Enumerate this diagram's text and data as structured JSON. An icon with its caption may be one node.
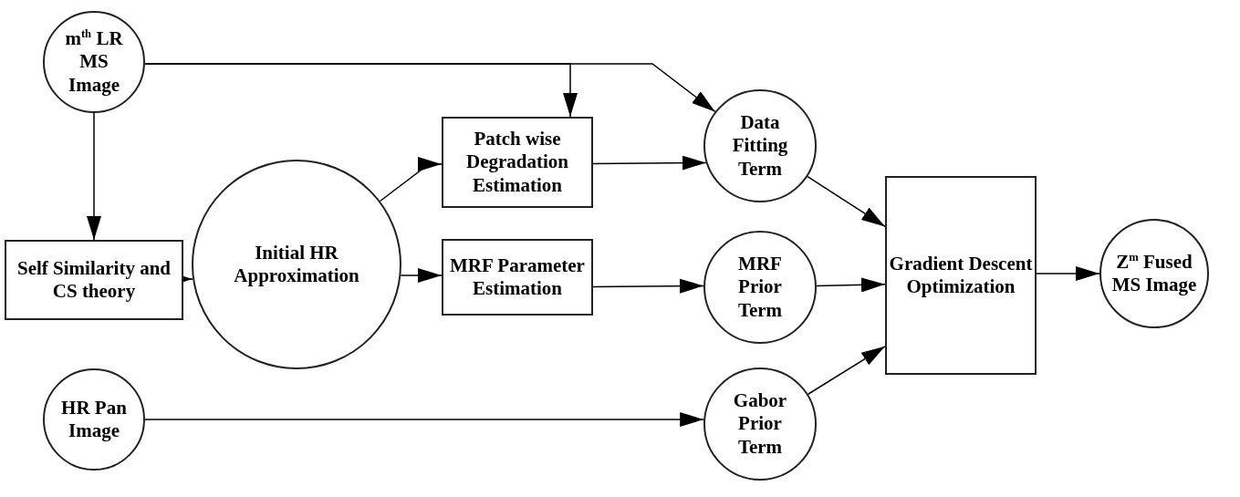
{
  "diagram": {
    "nodes": [
      {
        "text": [
          "m$^{th}$ LR MS Image"
        ]
      },
      {
        "text": [
          "Self Similarity and CS theory"
        ]
      },
      {
        "text": [
          "Initial HR Approximation"
        ]
      },
      {
        "text": [
          "Patch wise Degradation Estimation"
        ]
      },
      {
        "text": [
          "MRF Parameter Estimation"
        ]
      },
      {
        "text": [
          "Data Fitting Term"
        ]
      },
      {
        "text": [
          "MRF Prior Term"
        ]
      },
      {
        "text": [
          "HR Pan Image"
        ]
      },
      {
        "text": [
          "Gabor Prior Term"
        ]
      },
      {
        "text": [
          "Gradient Descent Optimization"
        ]
      },
      {
        "text": [
          "Z$^{m}$ Fused MS Image"
        ]
      }
    ],
    "edges": [
      {
        "from": 0,
        "to": 1,
        "arrow": "to"
      },
      {
        "from": 0,
        "to": 3,
        "arrow": "to"
      },
      {
        "from": 0,
        "to": 5,
        "arrow": "to"
      },
      {
        "from": 1,
        "to": 2,
        "arrow": "to"
      },
      {
        "from": 2,
        "to": 3,
        "arrow": "to"
      },
      {
        "from": 2,
        "to": 4,
        "arrow": "to"
      },
      {
        "from": 3,
        "to": 5,
        "arrow": "to"
      },
      {
        "from": 4,
        "to": 6,
        "arrow": "to"
      },
      {
        "from": 5,
        "to": 9,
        "arrow": "to"
      },
      {
        "from": 6,
        "to": 9,
        "arrow": "to"
      },
      {
        "from": 8,
        "to": 9,
        "arrow": "to"
      },
      {
        "from": 7,
        "to": 8,
        "arrow": "to"
      },
      {
        "from": 9,
        "to": 10,
        "arrow": "to"
      }
    ]
  }
}
